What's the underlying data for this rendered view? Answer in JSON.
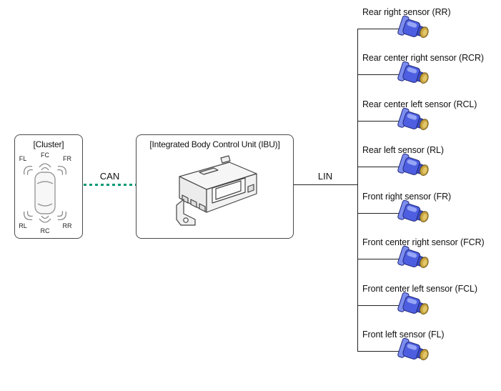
{
  "cluster": {
    "title": "[Cluster]",
    "positions": {
      "fl": "FL",
      "fc": "FC",
      "fr": "FR",
      "rl": "RL",
      "rc": "RC",
      "rr": "RR"
    }
  },
  "ibu": {
    "title": "[Integrated Body Control Unit (IBU)]"
  },
  "buses": {
    "can_label": "CAN",
    "lin_label": "LIN"
  },
  "sensors": [
    {
      "label": "Rear right sensor (RR)"
    },
    {
      "label": "Rear center right sensor (RCR)"
    },
    {
      "label": "Rear center left sensor (RCL)"
    },
    {
      "label": "Rear left sensor (RL)"
    },
    {
      "label": "Front right sensor (FR)"
    },
    {
      "label": "Front center right sensor (FCR)"
    },
    {
      "label": "Front center left sensor (FCL)"
    },
    {
      "label": "Front left sensor (FL)"
    }
  ],
  "colors": {
    "can_bus_line": "#009975",
    "lin_bus_line": "#222222",
    "sensor_body_blue": "#4d5fe0",
    "sensor_tip_gold": "#c9a43f"
  }
}
